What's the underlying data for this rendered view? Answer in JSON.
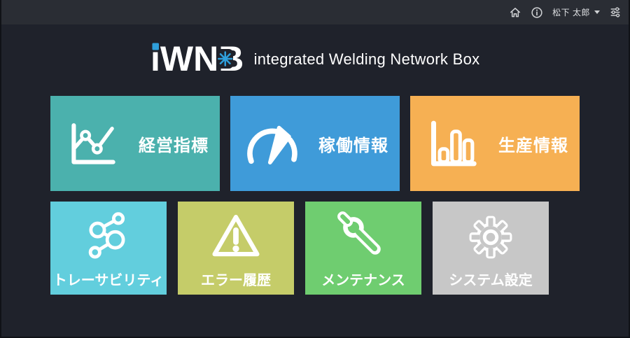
{
  "topbar": {
    "user_name": "松下 太郎",
    "icons": [
      {
        "name": "home-icon"
      },
      {
        "name": "info-icon"
      },
      {
        "name": "caret-down-icon"
      },
      {
        "name": "tune-icon"
      }
    ]
  },
  "header": {
    "logo_text": "iWNB",
    "logo_snowflake_icon": "snowflake-icon",
    "tagline": "integrated Welding Network Box"
  },
  "tiles": {
    "primary": [
      {
        "label": "経営指標",
        "color": "#4bb1ad",
        "icon": "line-chart-icon"
      },
      {
        "label": "稼働情報",
        "color": "#3f9bd9",
        "icon": "gauge-icon"
      },
      {
        "label": "生産情報",
        "color": "#f6b053",
        "icon": "bar-chart-icon"
      }
    ],
    "secondary": [
      {
        "label": "トレーサビリティ",
        "color": "#62cedd",
        "icon": "network-icon"
      },
      {
        "label": "エラー履歴",
        "color": "#c5cc69",
        "icon": "warning-icon"
      },
      {
        "label": "メンテナンス",
        "color": "#6fcd70",
        "icon": "wrench-icon"
      },
      {
        "label": "システム設定",
        "color": "#c7c7c7",
        "icon": "gear-icon"
      }
    ]
  },
  "colors": {
    "page_bg": "#1f222b",
    "topbar_bg": "#2a2d34",
    "logo_accent": "#2f9fdb",
    "tile_text": "#ffffff"
  }
}
